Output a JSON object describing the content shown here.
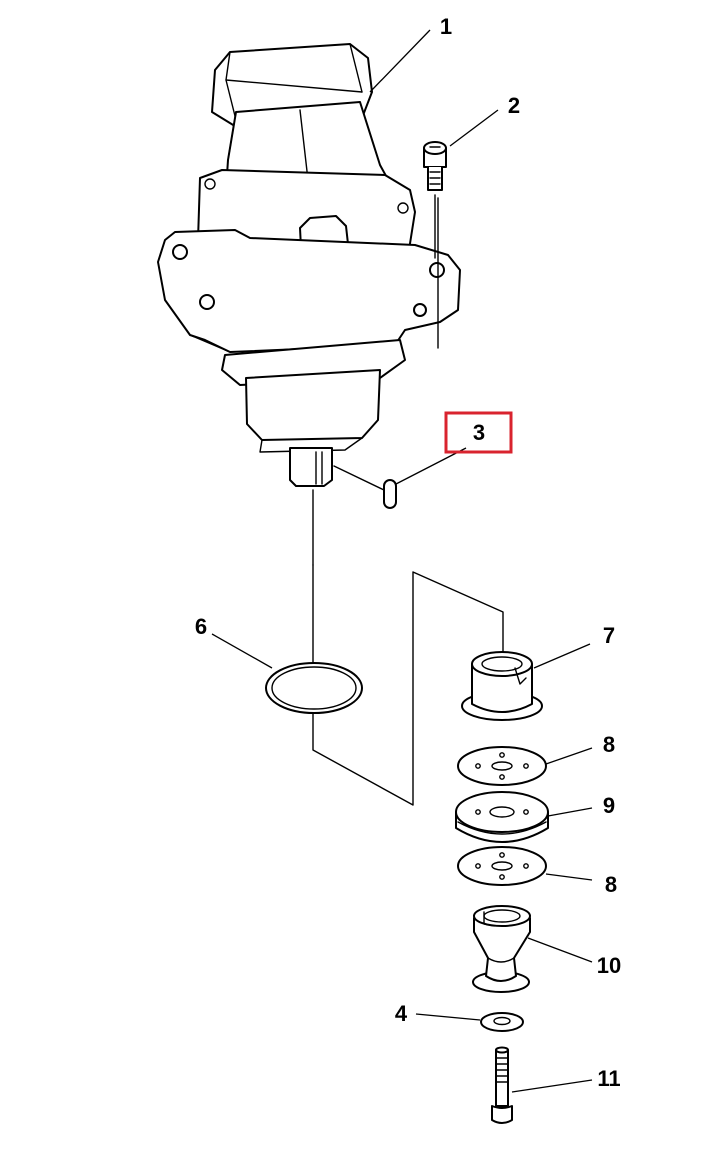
{
  "diagram": {
    "callouts": [
      "1",
      "2",
      "3",
      "4",
      "6",
      "7",
      "8",
      "9",
      "8",
      "10",
      "11"
    ],
    "highlighted_callout": "3",
    "highlight_color": "#d9232e"
  }
}
